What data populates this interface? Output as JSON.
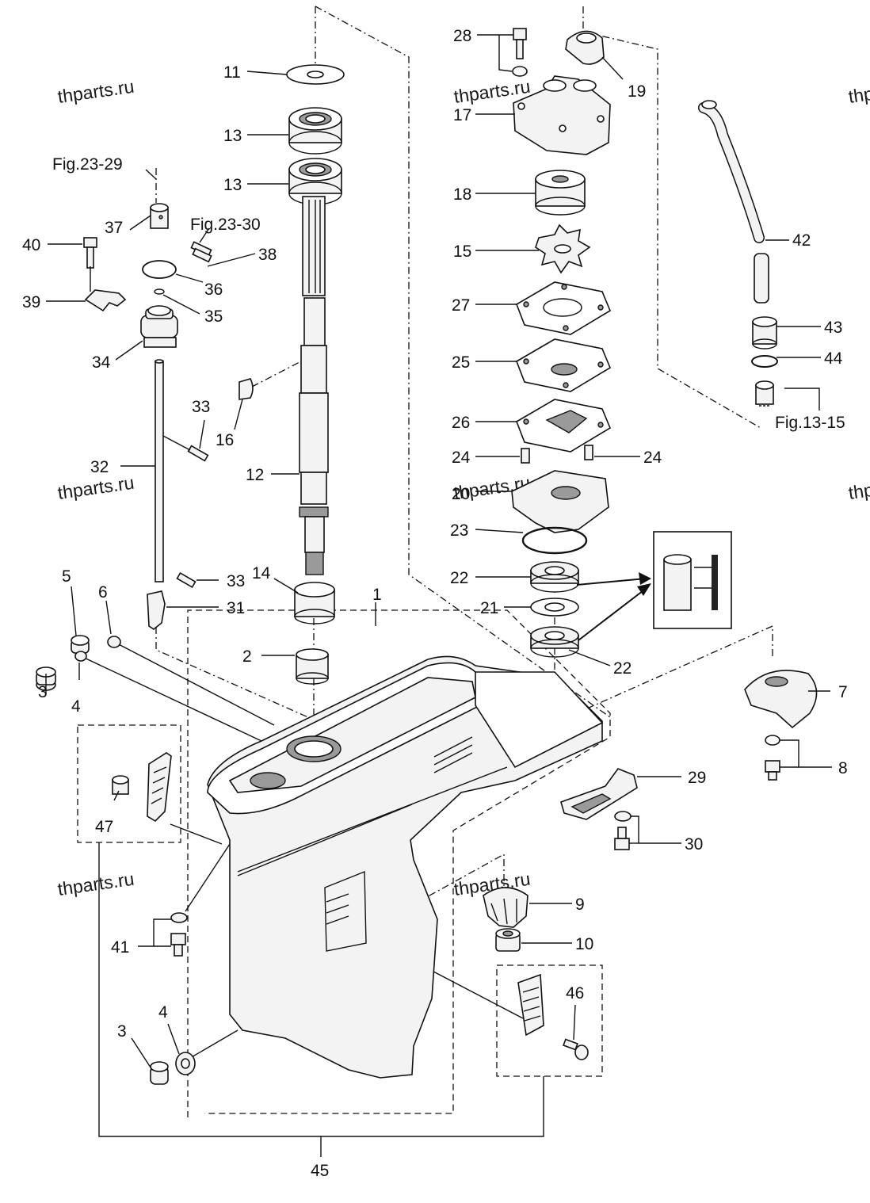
{
  "watermarks": [
    "thparts.ru",
    "thparts.ru",
    "thparts.ru",
    "thparts.ru",
    "thparts.ru",
    "thparts.ru",
    "thparts.ru",
    "thparts.ru"
  ],
  "callouts": {
    "c1": "1",
    "c2": "2",
    "c3a": "3",
    "c3b": "3",
    "c4a": "4",
    "c4b": "4",
    "c5": "5",
    "c6": "6",
    "c7": "7",
    "c8": "8",
    "c9": "9",
    "c10": "10",
    "c11": "11",
    "c12": "12",
    "c13a": "13",
    "c13b": "13",
    "c14": "14",
    "c15": "15",
    "c16": "16",
    "c17": "17",
    "c18": "18",
    "c19": "19",
    "c20": "20",
    "c21": "21",
    "c22a": "22",
    "c22b": "22",
    "c23": "23",
    "c24a": "24",
    "c24b": "24",
    "c25": "25",
    "c26": "26",
    "c27": "27",
    "c28": "28",
    "c29": "29",
    "c30": "30",
    "c31": "31",
    "c32": "32",
    "c33a": "33",
    "c33b": "33",
    "c34": "34",
    "c35": "35",
    "c36": "36",
    "c37": "37",
    "c38": "38",
    "c39": "39",
    "c40": "40",
    "c41": "41",
    "c42": "42",
    "c43": "43",
    "c44": "44",
    "c45": "45",
    "c46": "46",
    "c47": "47"
  },
  "figure_refs": {
    "fig_23_29": "Fig.23-29",
    "fig_23_30": "Fig.23-30",
    "fig_13_15": "Fig.13-15"
  }
}
